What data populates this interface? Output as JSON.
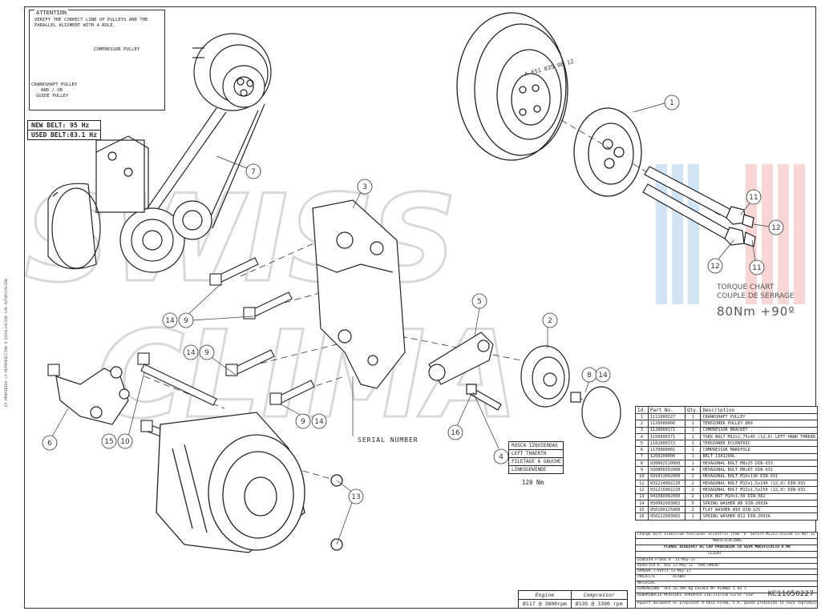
{
  "side_note": "ES PROHIBIDA LA REPRODUCCION O DIVULGACION SIN AUTORIZACION",
  "attention": {
    "header": "ATTENTION",
    "text": "VERIFY THE CORRECT LINE UP PULLEYS AND THE PARALLEL ALIGMENT WITH A RULE.",
    "compressor_label": "COMPRESSOR PULLEY",
    "crank_label_1": "CRANKSHAFT PULLEY",
    "crank_label_2": "AND / OR",
    "crank_label_3": "GUIDE PULLEY"
  },
  "belt_freq": {
    "new": "NEW BELT: 95 Hz",
    "used": "USED BELT:83.1 Hz"
  },
  "watermark": {
    "line1": "SWISS",
    "line2": "CLIMA"
  },
  "pulley_marking": "A 651 035 08 12",
  "callouts": {
    "c1": "1",
    "c2": "2",
    "c3": "3",
    "c4": "4",
    "c5": "5",
    "c6": "6",
    "c7": "7",
    "c8": "8",
    "c9a": "9",
    "c9b": "9",
    "c9c": "9",
    "c10": "10",
    "c11a": "11",
    "c11b": "11",
    "c12a": "12",
    "c12b": "12",
    "c13": "13",
    "c14a": "14",
    "c14b": "14",
    "c14c": "14",
    "c14d": "14",
    "c15": "15",
    "c16": "16"
  },
  "torque": {
    "line1": "TORQUE CHART",
    "line2": "COUPLE DE SERRAGE",
    "value": "80Nm +90º"
  },
  "serial_number": "SERIAL NUMBER",
  "thread_box": [
    "ROSCA IZQUIERDAS",
    "LEFT THAERTH",
    "FILETAGE À GAUCHE",
    "LINKSGEWINDE"
  ],
  "thread_torque": "120 Nm",
  "engine_table": {
    "engine_header": "Engine",
    "compressor_header": "Compressor",
    "engine_value": "Ø117 @ 3800rpm",
    "compressor_value": "Ø135 @ 3300 rpm"
  },
  "bom": {
    "headers": [
      "Id.",
      "Part No.",
      "Qty.",
      "Description"
    ],
    "rows": [
      [
        "1",
        "1111000227",
        "1",
        "CRANKSHAFT PULLEY"
      ],
      [
        "2",
        "1116000000",
        "1",
        "TENSIONER PULLEY Ø60"
      ],
      [
        "3",
        "1128000171",
        "1",
        "COMPRESSOR BRACKET"
      ],
      [
        "4",
        "1150000171",
        "1",
        "TORX BOLT M12x1,75x45 (12,9) LEFT HAND THREAD"
      ],
      [
        "5",
        "1162000172",
        "1",
        "TENSIONER ECCENTRIC"
      ],
      [
        "6",
        "1170000001",
        "1",
        "COMPRESSOR MANIFOLD"
      ],
      [
        "7",
        "1260200000",
        "1",
        "BELT 13A1200L"
      ],
      [
        "8",
        "930802510000",
        "1",
        "HEXAGONAL BOLT M8x25 DIN-933"
      ],
      [
        "9",
        "930806502000",
        "4",
        "HEXAGONAL BOLT M8x65 DIN-931"
      ],
      [
        "10",
        "931013002000",
        "2",
        "HEXAGONAL BOLT M10x130 DIN-931"
      ],
      [
        "11",
        "931214002220",
        "2",
        "HEXAGONAL BOLT M12x1,5x140 (12,9) DIN-931"
      ],
      [
        "12",
        "931215002220",
        "2",
        "HEXAGONAL BOLT M12x1,5x150 (12,9) DIN-931"
      ],
      [
        "13",
        "941080982000",
        "2",
        "LOCK NUT M10x1,50 DIN-982"
      ],
      [
        "14",
        "950082093002",
        "5",
        "SPRING WASHER Ø8 DIN-2093A"
      ],
      [
        "15",
        "950100125000",
        "2",
        "FLAT WASHER Ø10 DIN-125"
      ],
      [
        "16",
        "950122093002",
        "1",
        "SPRING WASHER Ø12 DIN-2093A"
      ]
    ]
  },
  "title_block": {
    "mod_note": "Change bolt aluminium tensioner eccentric item \"6\" before M12x1,55x140",
    "mod_date": "13-Mar-12",
    "mod_header": "MODIFICACIONS",
    "plan_notice": "PLÀNOL DIBUIXAT AL CAD PROHIBIDA LA SEVA MODIFICACIÓ A MÀ",
    "client": "CLIENT",
    "dibuixa": "DIBUIXA  Frank V.  13-May-11",
    "verifica": "VERIFICA  D. Voa  13-May-11",
    "aprova": "APROVA  J.Petit  13-May-11",
    "tractament": "TRACTAMENT",
    "projecte": "PROJECTE",
    "acabat": "ACABAT",
    "material": "MATERIAL",
    "dimensions": "DIMENSIONS",
    "pes": "PES 16.505 Kg",
    "escala": "ESCALA",
    "plano": "Nº PLÀNOL",
    "sheet": "1 de 1",
    "denominacio": "DENOMINACIÓ  MERCEDES SPRINTER 316/313/316 Euro5 \"E10\"",
    "footer": "Aquest document es propietat d Oksa Forma, S.A. queda prohibida la seva reproduccio",
    "code": "KC11050227"
  }
}
